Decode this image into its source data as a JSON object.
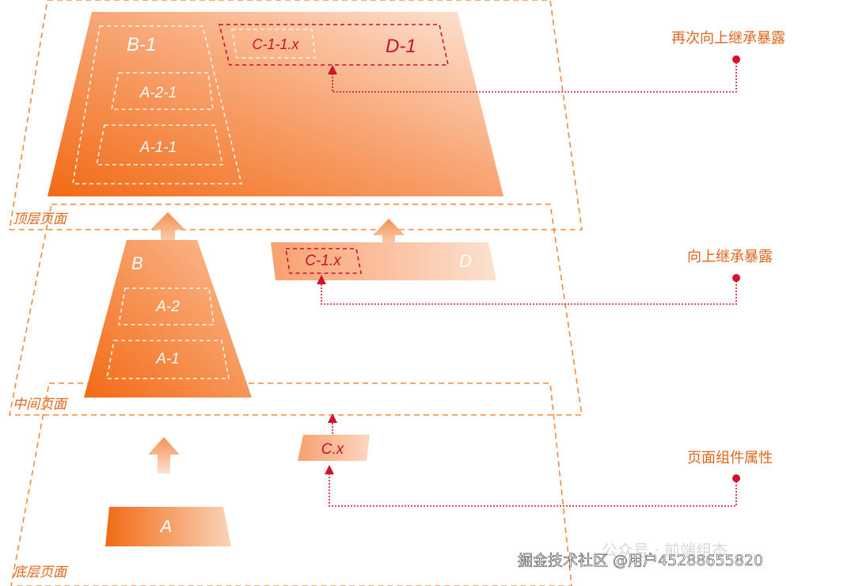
{
  "layers": {
    "top": "顶层页面",
    "middle": "中间页面",
    "bottom": "底层页面"
  },
  "boxes": {
    "b1": "B-1",
    "a21": "A-2-1",
    "a11": "A-1-1",
    "c11x": "C-1-1.x",
    "d1": "D-1",
    "b": "B",
    "a2": "A-2",
    "a1": "A-1",
    "c1x": "C-1.x",
    "d": "D",
    "cx": "C.x",
    "a": "A"
  },
  "annotations": {
    "top": "再次向上继承暴露",
    "middle": "向上继承暴露",
    "bottom": "页面组件属性"
  },
  "watermark": {
    "faint": "公众号 · 前端组态",
    "main": "掘金技术社区 @用户45288655820"
  },
  "colors": {
    "accent": "#f06a1c",
    "dashed": "#f28a3c",
    "red": "#d4112a"
  }
}
